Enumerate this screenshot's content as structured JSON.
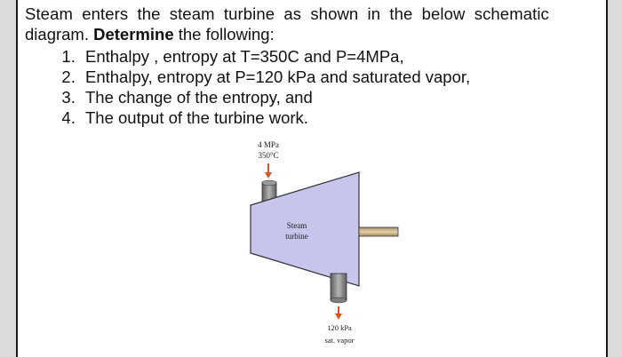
{
  "problem": {
    "intro_line1": "Steam enters the steam turbine as shown in the below schematic",
    "intro_prefix": "diagram.",
    "intro_bold": "Determine",
    "intro_suffix": "the following:",
    "tasks": [
      "Enthalpy , entropy at T=350C and P=4MPa,",
      "Enthalpy, entropy at P=120 kPa and saturated vapor,",
      "The change of the entropy, and",
      "The output of the turbine work."
    ]
  },
  "diagram": {
    "inlet_pressure": "4 MPa",
    "inlet_temperature": "350°C",
    "turbine_label_line1": "Steam",
    "turbine_label_line2": "turbine",
    "outlet_pressure": "120 kPa",
    "outlet_state": "sat. vapor",
    "colors": {
      "turbine_fill": "#c7c5ec",
      "pipe": "#8d8d8d",
      "shaft": "#c9b088",
      "arrow": "#d9541e"
    }
  }
}
